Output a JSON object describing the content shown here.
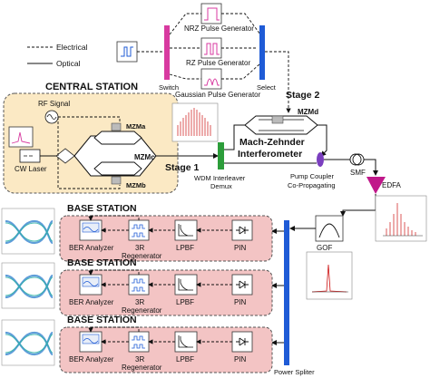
{
  "legend": {
    "electrical": "Electrical",
    "optical": "Optical"
  },
  "central_station": {
    "title": "CENTRAL STATION",
    "rf_signal": "RF Signal",
    "mzm_a": "MZMa",
    "mzm_b": "MZMb",
    "mzm_c": "MZMc",
    "cw_laser": "CW Laser"
  },
  "generators": {
    "nrz": "NRZ Pulse Generator",
    "rz": "RZ Pulse Generator",
    "gaussian": "Gaussian Pulse Generator",
    "switch": "Switch",
    "select": "Select"
  },
  "stage1": "Stage 1",
  "stage2": "Stage 2",
  "mzm_d": "MZMd",
  "mach_zehnder": [
    "Mach-Zehnder",
    "Interferometer"
  ],
  "wdm": [
    "WDM Interleaver",
    "Demux"
  ],
  "pump": [
    "Pump Coupler",
    "Co-Propagating"
  ],
  "smf": "SMF",
  "edfa": "EDFA",
  "gof": "GOF",
  "power_splitter": "Power Spliter",
  "base_stations": [
    {
      "title": "BASE STATION",
      "ber": "BER Analyzer",
      "regen": [
        "3R",
        "Regenerator"
      ],
      "lpbf": "LPBF",
      "pin": "PIN"
    },
    {
      "title": "BASE STATION",
      "ber": "BER Analyzer",
      "regen": [
        "3R",
        "Regenerator"
      ],
      "lpbf": "LPBF",
      "pin": "PIN"
    },
    {
      "title": "BASE STATION",
      "ber": "BER Analyzer",
      "regen": [
        "3R",
        "Regenerator"
      ],
      "lpbf": "LPBF",
      "pin": "PIN"
    }
  ],
  "colors": {
    "central_fill": "#fbe9c4",
    "base_fill": "#f3c4c4",
    "switch": "#d83aa0",
    "select": "#1f5bd6",
    "wdm": "#2c9d3a",
    "pump": "#7b3fbf",
    "edfa": "#c0188a",
    "splitter": "#1f5bd6",
    "spectrum": "#cc1111"
  }
}
